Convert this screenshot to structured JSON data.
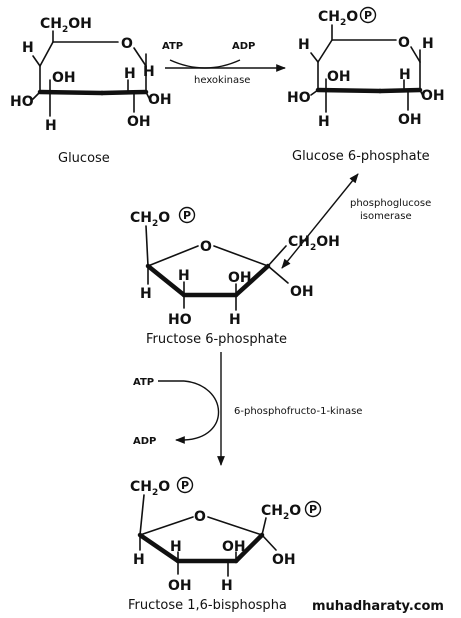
{
  "molecules": {
    "glucose": "Glucose",
    "glucose_6_phosphate": "Glucose 6-phosphate",
    "fructose_6_phosphate": "Fructose 6-phosphate",
    "fructose_1_6_bisphosphate": "Fructose 1,6-bisphospha"
  },
  "enzymes": {
    "hexokinase": "hexokinase",
    "phosphoglucose_isomerase_line1": "phosphoglucose",
    "phosphoglucose_isomerase_line2": "isomerase",
    "phosphofructokinase": "6-phosphofructo-1-kinase"
  },
  "cofactors": {
    "atp": "ATP",
    "adp": "ADP"
  },
  "atoms": {
    "h": "H",
    "o": "O",
    "oh": "OH",
    "ho": "HO",
    "ch2oh_prefix": "CH",
    "ch2op_prefix": "CH",
    "subscript_2": "2",
    "oh_suffix": "OH",
    "o_suffix": "O",
    "phosphate": "P"
  },
  "watermark": "muhadharaty.com",
  "colors": {
    "ink": "#111111",
    "background": "#ffffff"
  }
}
